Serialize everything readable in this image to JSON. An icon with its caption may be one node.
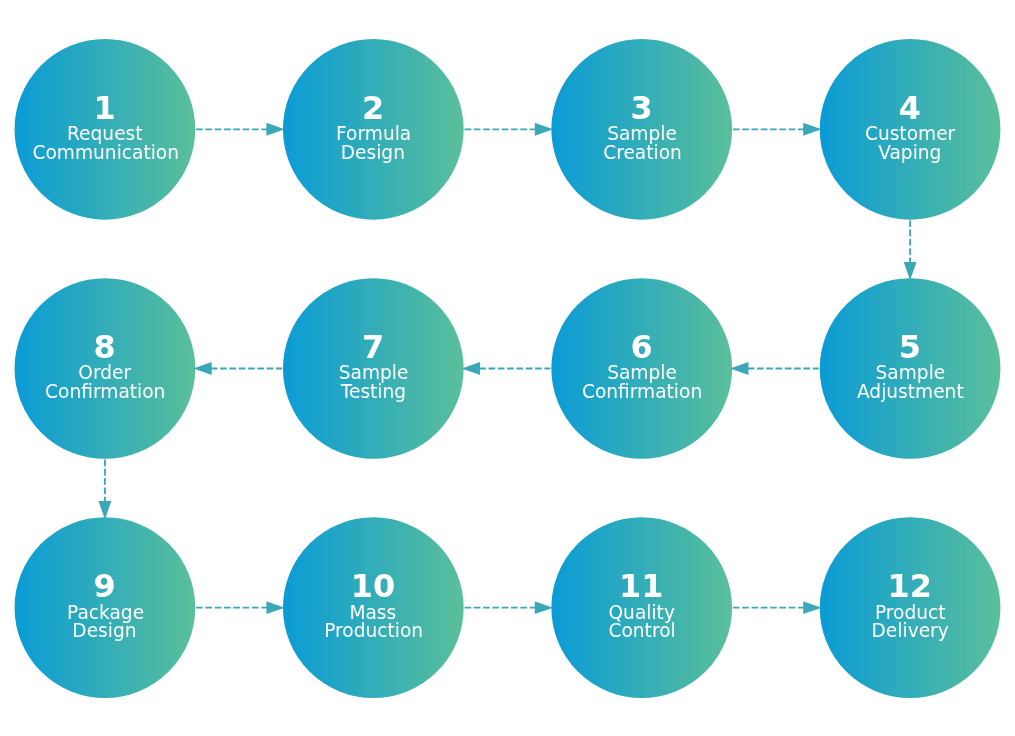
{
  "diagram": {
    "nodes": [
      {
        "text": [
          "1",
          "Request Communication"
        ]
      },
      {
        "text": [
          "2",
          "Formula Design"
        ]
      },
      {
        "text": [
          "3",
          "Sample Creation"
        ]
      },
      {
        "text": [
          "4",
          "Customer Vaping"
        ]
      },
      {
        "text": [
          "5",
          "Sample Adjustment"
        ]
      },
      {
        "text": [
          "6",
          "Sample Confirmation"
        ]
      },
      {
        "text": [
          "7",
          "Sample Testing"
        ]
      },
      {
        "text": [
          "8",
          "Order Confirmation"
        ]
      },
      {
        "text": [
          "9",
          "Package Design"
        ]
      },
      {
        "text": [
          "10",
          "Mass Production"
        ]
      },
      {
        "text": [
          "11",
          "Quality Control"
        ]
      },
      {
        "text": [
          "12",
          "Product Delivery"
        ]
      }
    ],
    "edges": [
      {
        "from": 0,
        "to": 1,
        "arrow": "to",
        "style": "dashed"
      },
      {
        "from": 1,
        "to": 2,
        "arrow": "to",
        "style": "dashed"
      },
      {
        "from": 2,
        "to": 3,
        "arrow": "to",
        "style": "dashed"
      },
      {
        "from": 3,
        "to": 4,
        "arrow": "to",
        "style": "dashed"
      },
      {
        "from": 4,
        "to": 5,
        "arrow": "to",
        "style": "dashed"
      },
      {
        "from": 5,
        "to": 6,
        "arrow": "to",
        "style": "dashed"
      },
      {
        "from": 6,
        "to": 7,
        "arrow": "to",
        "style": "dashed"
      },
      {
        "from": 7,
        "to": 8,
        "arrow": "to",
        "style": "dashed"
      },
      {
        "from": 8,
        "to": 9,
        "arrow": "to",
        "style": "dashed"
      },
      {
        "from": 9,
        "to": 10,
        "arrow": "to",
        "style": "dashed"
      },
      {
        "from": 10,
        "to": 11,
        "arrow": "to",
        "style": "dashed"
      }
    ]
  }
}
